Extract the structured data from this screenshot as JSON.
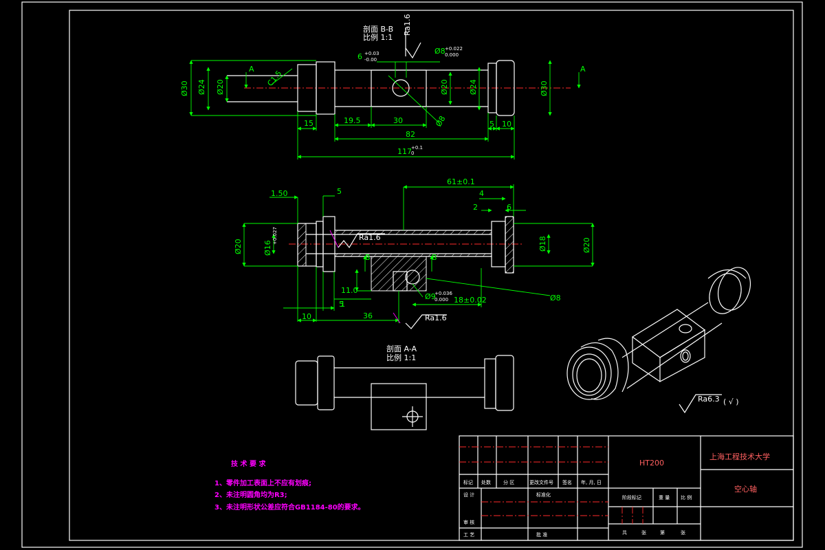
{
  "drawing": {
    "section_bb": {
      "title": "剖面 B-B",
      "scale": "比例 1:1"
    },
    "section_aa": {
      "title": "剖面 A-A",
      "scale": "比例 1:1"
    },
    "view_top": {
      "labels": {
        "a_left": "A",
        "a_right": "A",
        "d30_l": "Ø30",
        "d24_l": "Ø24",
        "d20_l": "Ø20",
        "d20_r": "Ø20",
        "d24_r": "Ø24",
        "d30_r": "Ø30",
        "ra": "Ra1.6",
        "tol6": "6",
        "tol6_up": "+0.03",
        "tol6_dn": "-0.00",
        "d8": "Ø8",
        "d8_up": "+0.022",
        "d8_dn": "0.000",
        "chamfer": "C1.5",
        "d8b": "Ø8",
        "dim15": "15",
        "dim195": "19.5",
        "dim30": "30",
        "dim5": "5",
        "dim10": "10",
        "dim82": "82",
        "dim117": "117",
        "dim117_up": "+0.1",
        "dim117_dn": "0"
      }
    },
    "view_mid": {
      "labels": {
        "d150": "1.50",
        "dim5": "5",
        "dim61": "61±0.1",
        "dim4": "4",
        "dim2": "2",
        "dim6": "6",
        "d20_l": "Ø20",
        "d16": "Ø16",
        "d16_tol": "+0.027",
        "ra1": "Ra1.6",
        "b_l": "B",
        "b_r": "B",
        "d18": "Ø18",
        "d20_r": "Ø20",
        "dim11": "11.0",
        "dim1": "1",
        "d9": "Ø9",
        "d9_up": "+0.036",
        "d9_dn": "0.000",
        "dim18": "18±0.02",
        "d8": "Ø8",
        "dim5b": "5",
        "dim10": "10",
        "dim36": "36",
        "ra2": "Ra1.6"
      }
    },
    "roughness_note": {
      "value": "Ra6.3",
      "paren": "( √ )"
    }
  },
  "tech": {
    "title": "技 术 要 求",
    "items": [
      "1、零件加工表面上不应有划痕;",
      "2、未注明圆角均为R3;",
      "3、未注明形状公差应符合GB1184-80的要求。"
    ]
  },
  "titleblock": {
    "material": "HT200",
    "school": "上海工程技术大学",
    "part_name": "空心轴",
    "row_labels": [
      "标记",
      "处数",
      "分 区",
      "更改文件号",
      "签名",
      "年, 月, 日"
    ],
    "design": "设 计",
    "standard": "标准化",
    "review": "审 核",
    "process": "工 艺",
    "approve": "批 准",
    "stage": "阶段标记",
    "weight": "重 量",
    "scale": "比 例",
    "sheets": [
      "共",
      "张",
      "第",
      "张"
    ]
  }
}
